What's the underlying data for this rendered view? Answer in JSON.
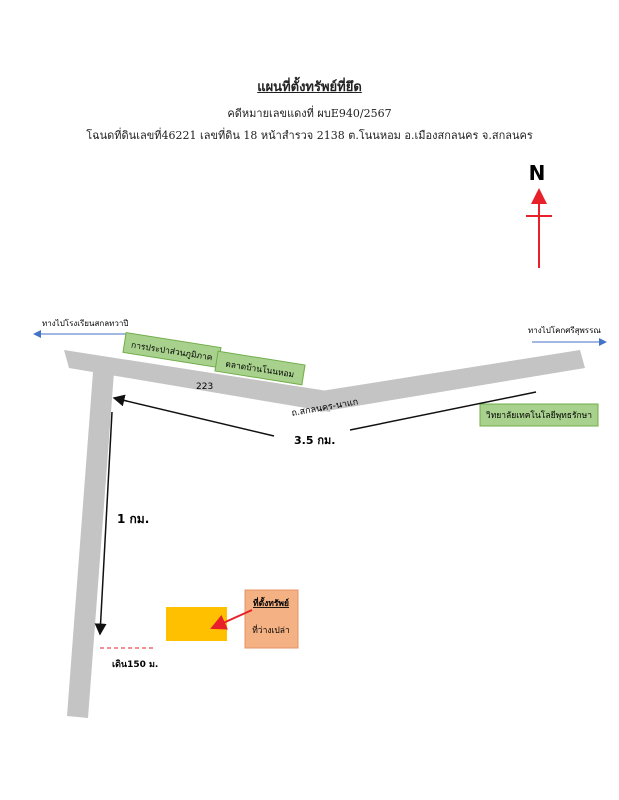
{
  "header": {
    "title": "แผนที่ตั้งทรัพย์ที่ยึด",
    "case_no": "คดีหมายเลขแดงที่ ผบE940/2567",
    "deed": "โฉนดที่ดินเลขที่46221  เลขที่ดิน 18 หน้าสำรวจ 2138 ต.โนนหอม อ.เมืองสกลนคร จ.สกลนคร"
  },
  "north": {
    "label": "N",
    "color": "#e8202a"
  },
  "roads": {
    "road_number": "223",
    "road_name": "ถ.สกลนคร-นาแก",
    "to_west": "ทางไปโรงเรียนสกลทวาปี",
    "to_east": "ทางไปโคกศรีสุพรรณ"
  },
  "landmarks": {
    "waterworks": "การประปาส่วนภูมิภาค",
    "market": "ตลาดบ้านโนนหอม",
    "college": "วิทยาลัยเทคโนโลยีพุทธรักษา"
  },
  "distances": {
    "main_road": "3.5 กม.",
    "side_road": "1 กม.",
    "walk": "เดิน150 ม."
  },
  "property": {
    "label_line1": "ที่ตั้งทรัพย์",
    "label_line2": "ที่ว่างเปล่า"
  },
  "colors": {
    "road": "#c4c4c4",
    "landmark_fill": "#a9d18e",
    "landmark_stroke": "#70ad47",
    "property_fill": "#ffc000",
    "label_fill": "#f4b183",
    "pointer": "#e8202a",
    "direction_arrow": "#4472c4",
    "dashed": "#e8202a"
  }
}
